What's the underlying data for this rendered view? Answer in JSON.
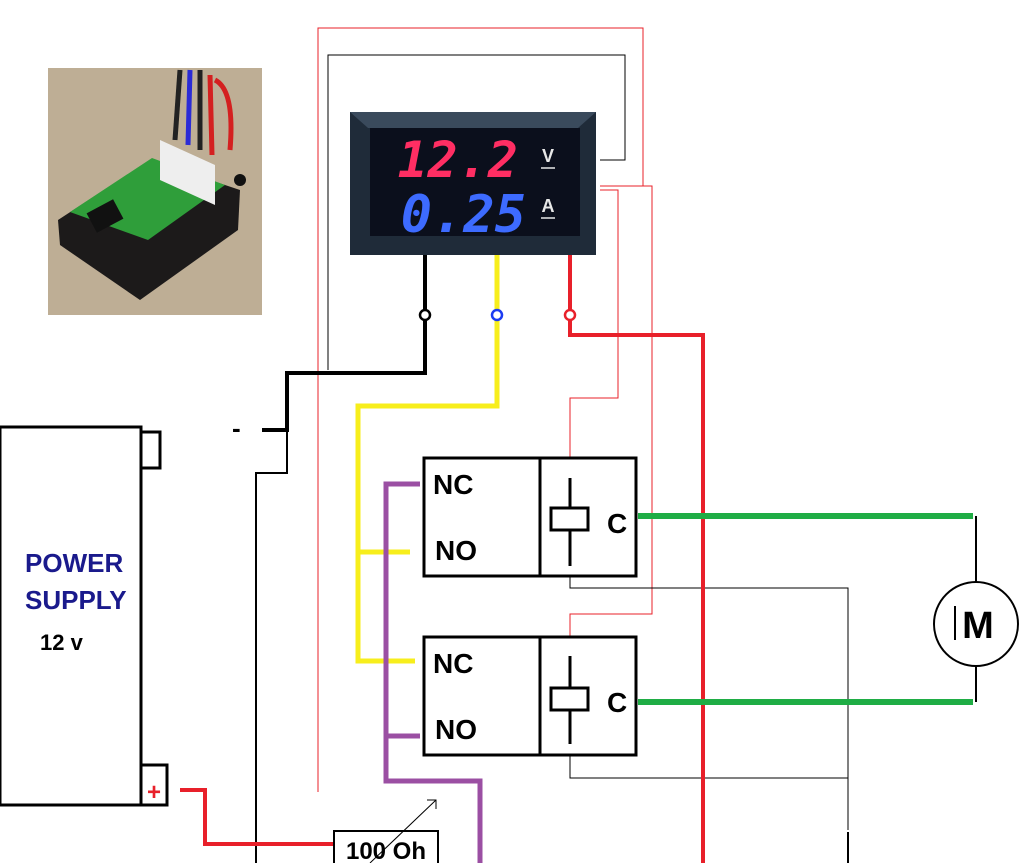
{
  "meter": {
    "voltage": "12.2",
    "current": "0.25",
    "voltage_unit": "V",
    "current_unit": "A"
  },
  "power_supply": {
    "line1": "POWER",
    "line2": "SUPPLY",
    "voltage": "12 v",
    "minus": "-",
    "plus": "+"
  },
  "relay1": {
    "nc": "NC",
    "no": "NO",
    "c": "C"
  },
  "relay2": {
    "nc": "NC",
    "no": "NO",
    "c": "C"
  },
  "motor_label": "M",
  "resistor_label": "100 Oh",
  "colors": {
    "red": "#e8202a",
    "yellow": "#f7ee1c",
    "purple": "#9b4fa3",
    "green": "#1fad45",
    "black": "#000000",
    "meter_red": "#ff2e63",
    "meter_blue": "#3d6bff",
    "power_text": "#1a1a8c"
  }
}
